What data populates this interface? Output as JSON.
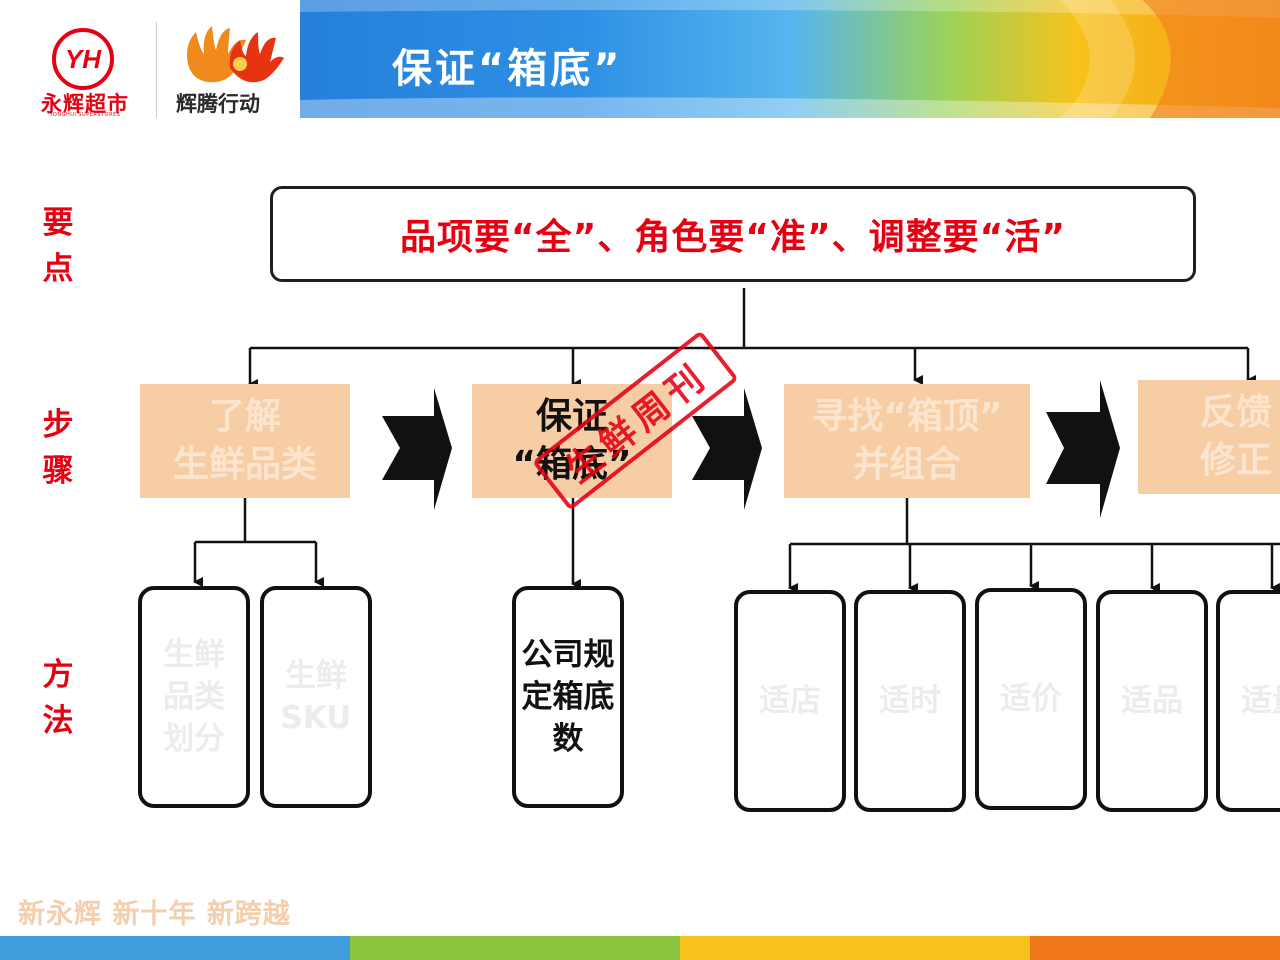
{
  "header": {
    "brand_mark": "YH",
    "brand_name": "永辉超市",
    "brand_name_en": "YONGHUI SUPERSTORES",
    "campaign_name": "辉腾行动",
    "slide_title": "保证“箱底”"
  },
  "labels": {
    "key_points": "要点",
    "steps": "步骤",
    "methods": "方法"
  },
  "key_point": "品项要“全”、角色要“准”、调整要“活”",
  "steps": [
    {
      "line1": "了解",
      "line2": "生鲜品类"
    },
    {
      "line1": "保证",
      "line2": "“箱底”"
    },
    {
      "line1": "寻找“箱顶”",
      "line2": "并组合"
    },
    {
      "line1": "反馈",
      "line2": "修正"
    }
  ],
  "methods": {
    "step1": [
      {
        "line1": "生鲜",
        "line2": "品类",
        "line3": "划分"
      },
      {
        "line1": "生鲜",
        "line2": "SKU"
      }
    ],
    "step2": [
      {
        "line1": "公司规",
        "line2": "定箱底",
        "line3": "数"
      }
    ],
    "step3": [
      "适店",
      "适时",
      "适价",
      "适品",
      "适量"
    ]
  },
  "stamp": "生鲜周刊",
  "footer": {
    "slogan": "新永辉  新十年  新跨越"
  },
  "colors": {
    "accent_red": "#e60012",
    "step_fill": "#f6cda5",
    "footer_slogan": "#f3cfae"
  }
}
